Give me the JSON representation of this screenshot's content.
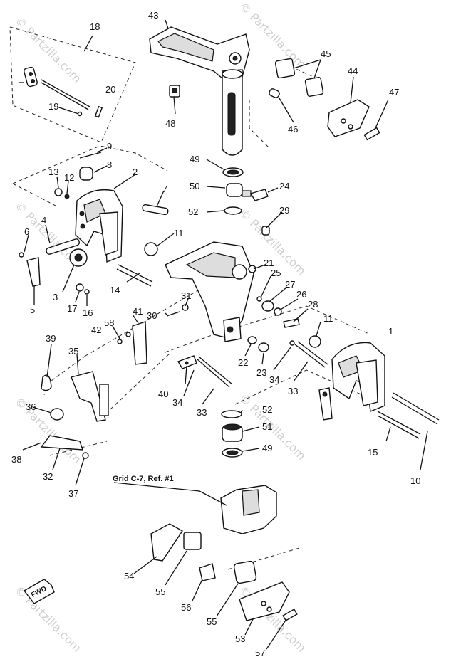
{
  "watermark": "© Partzilla.com",
  "labels": {
    "l1": "1",
    "l2": "2",
    "l3": "3",
    "l4": "4",
    "l5": "5",
    "l6": "6",
    "l7": "7",
    "l8": "8",
    "l9": "9",
    "l10": "10",
    "l11a": "11",
    "l11b": "11",
    "l12": "12",
    "l13": "13",
    "l14": "14",
    "l15": "15",
    "l16": "16",
    "l17": "17",
    "l18": "18",
    "l19": "19",
    "l20": "20",
    "l21": "21",
    "l22": "22",
    "l23": "23",
    "l24": "24",
    "l25": "25",
    "l26": "26",
    "l27": "27",
    "l28": "28",
    "l29": "29",
    "l30": "30",
    "l31": "31",
    "l32": "32",
    "l33a": "33",
    "l33b": "33",
    "l34a": "34",
    "l34b": "34",
    "l35": "35",
    "l36": "36",
    "l37": "37",
    "l38": "38",
    "l39": "39",
    "l40": "40",
    "l41": "41",
    "l42": "42",
    "l43": "43",
    "l44": "44",
    "l45": "45",
    "l46": "46",
    "l47": "47",
    "l48": "48",
    "l49a": "49",
    "l49b": "49",
    "l50": "50",
    "l51": "51",
    "l52a": "52",
    "l52b": "52",
    "l53": "53",
    "l54": "54",
    "l55a": "55",
    "l55b": "55",
    "l56": "56",
    "l57": "57",
    "l58": "58"
  },
  "grid_ref": "Grid C-7, Ref. #1",
  "fwd_label": "FWD"
}
